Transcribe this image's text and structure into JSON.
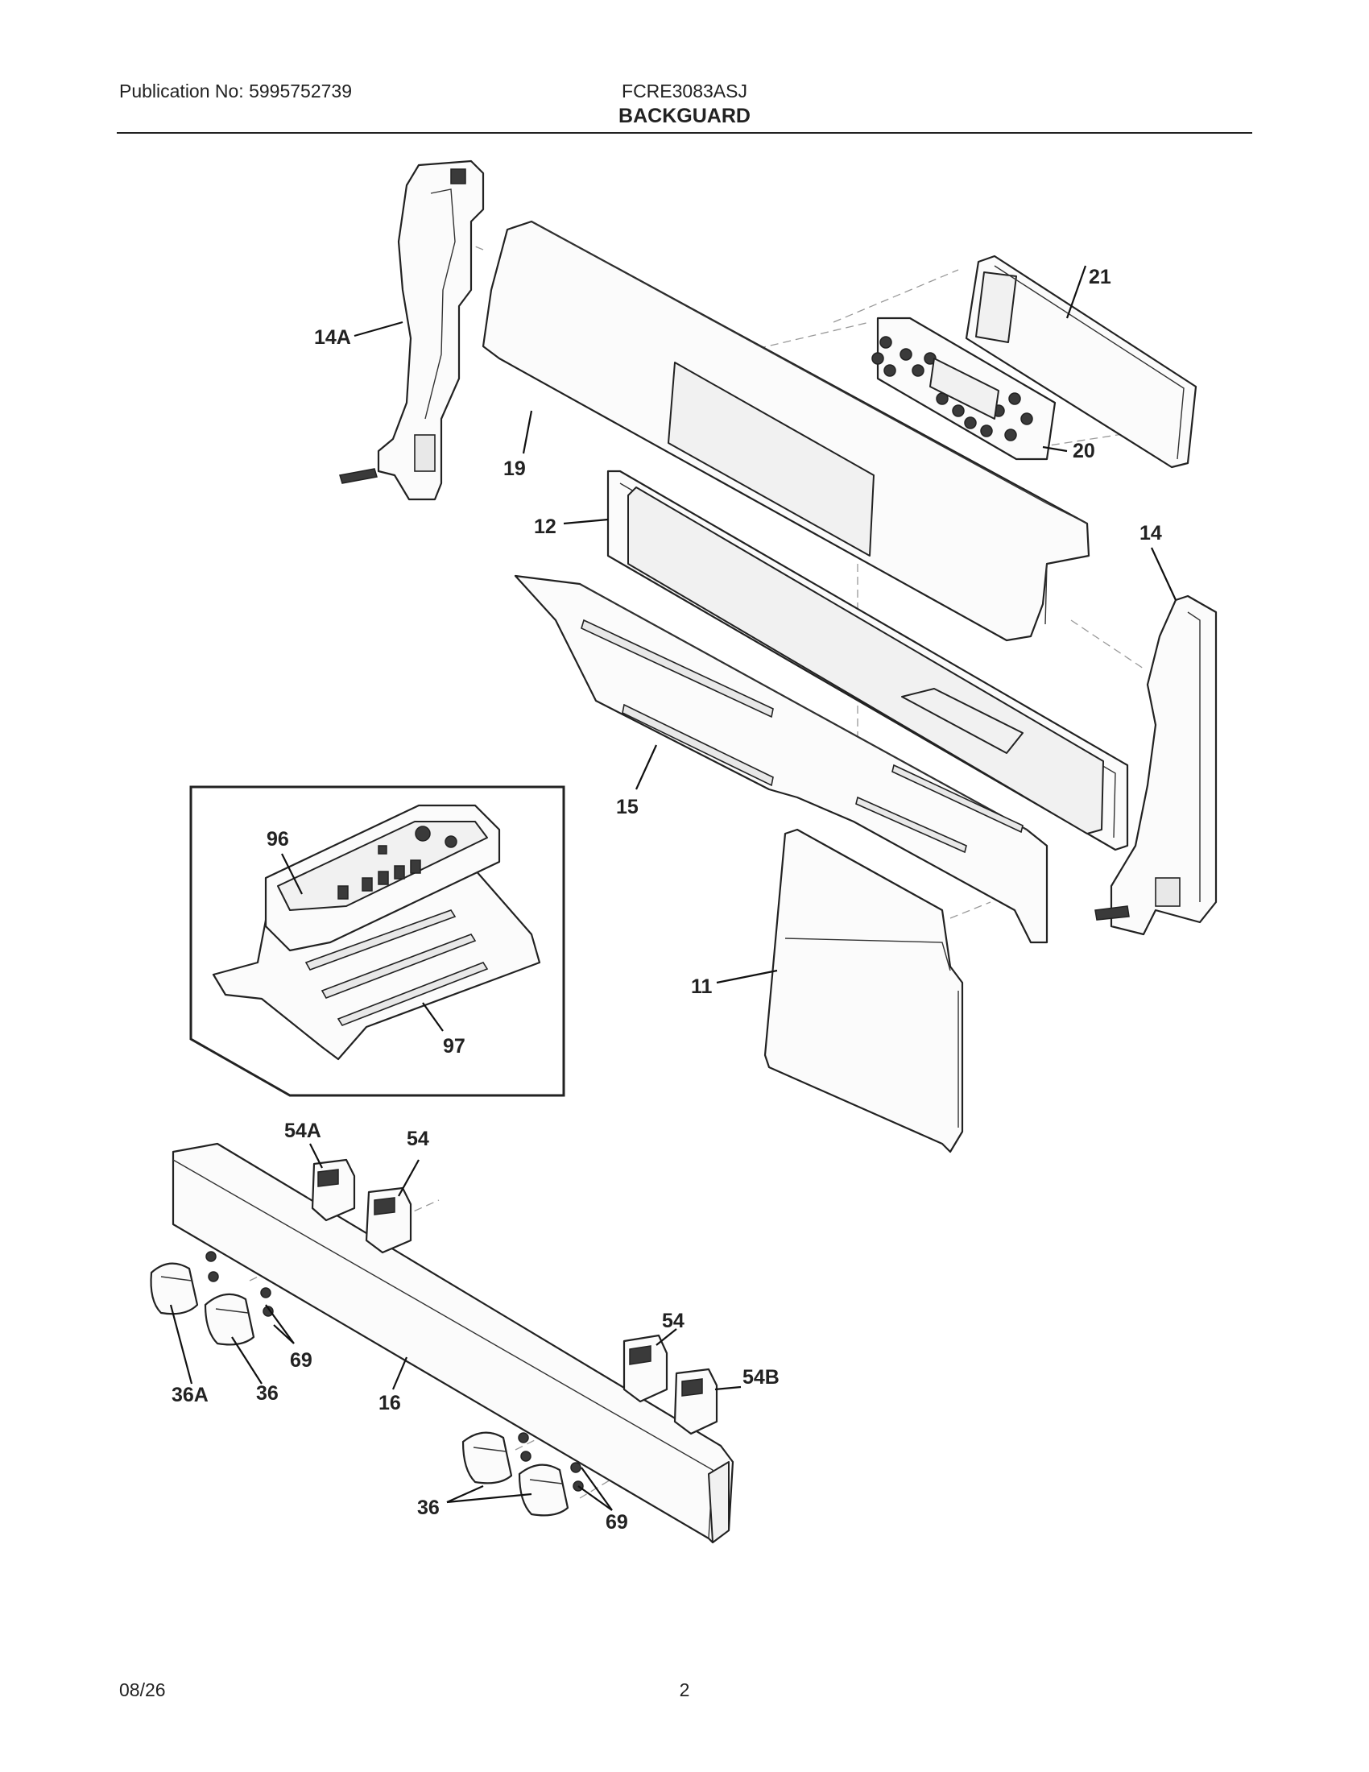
{
  "header": {
    "publication": "Publication No: 5995752739",
    "model": "FCRE3083ASJ",
    "title": "BACKGUARD"
  },
  "footer": {
    "date": "08/26",
    "page": "2"
  },
  "callouts": {
    "c14a": "14A",
    "c19": "19",
    "c21": "21",
    "c20": "20",
    "c12": "12",
    "c14": "14",
    "c15": "15",
    "c96": "96",
    "c97": "97",
    "c11": "11",
    "c54a": "54A",
    "c54_top": "54",
    "c54_bottom": "54",
    "c54b": "54B",
    "c69_top": "69",
    "c69_bottom": "69",
    "c36a": "36A",
    "c36_top": "36",
    "c36_bottom": "36",
    "c16": "16"
  }
}
